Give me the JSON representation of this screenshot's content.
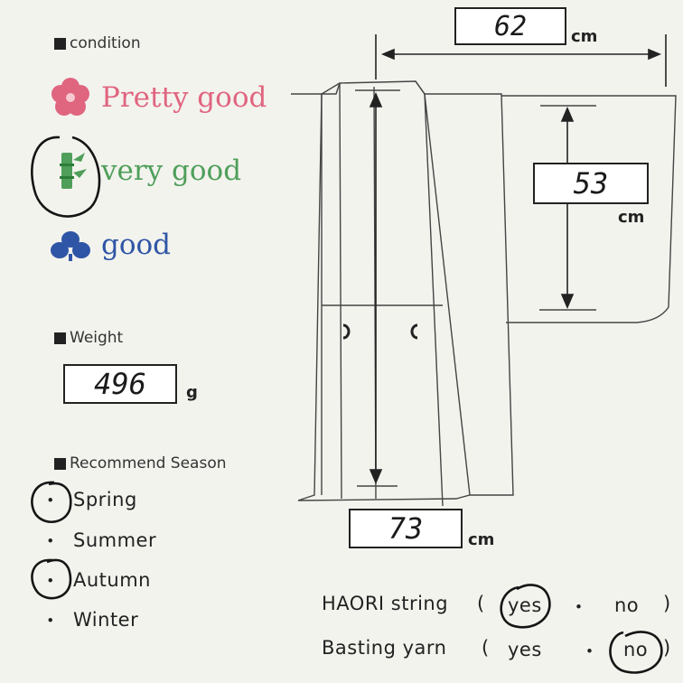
{
  "condition": {
    "heading": "condition",
    "options": [
      {
        "label": "Pretty good",
        "color": "#e0657f",
        "icon": "plum-blossom-icon"
      },
      {
        "label": "very good",
        "color": "#4f9f5a",
        "icon": "bamboo-icon",
        "selected": true
      },
      {
        "label": "good",
        "color": "#2f55a6",
        "icon": "pine-icon"
      }
    ]
  },
  "weight": {
    "heading": "Weight",
    "value": "496",
    "unit": "g"
  },
  "season": {
    "heading": "Recommend Season",
    "items": [
      {
        "label": "Spring",
        "selected": true
      },
      {
        "label": "Summer",
        "selected": false
      },
      {
        "label": "Autumn",
        "selected": true
      },
      {
        "label": "Winter",
        "selected": false
      }
    ]
  },
  "measurements": {
    "sleeve_width": {
      "value": "62",
      "unit": "cm"
    },
    "sleeve_length": {
      "value": "53",
      "unit": "cm"
    },
    "body_length": {
      "value": "73",
      "unit": "cm"
    }
  },
  "haori_string": {
    "label": "HAORI string",
    "open": "(",
    "yes": "yes",
    "sep": "・",
    "no": "no",
    "close": ")",
    "selected": "yes"
  },
  "basting_yarn": {
    "label": "Basting yarn",
    "open": "(",
    "yes": "yes",
    "sep": "・",
    "no": "no",
    "close": ")",
    "selected": "no"
  }
}
